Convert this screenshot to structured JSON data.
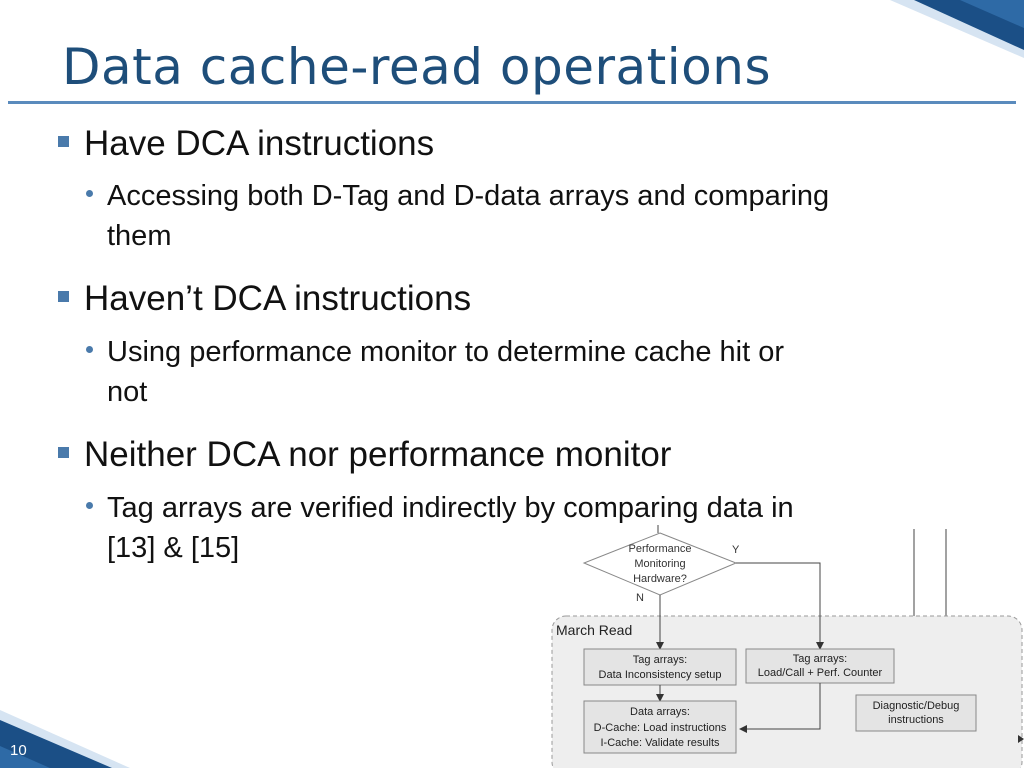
{
  "slide": {
    "title": "Data cache-read operations",
    "page_number": "10"
  },
  "bullets": [
    {
      "text": "Have DCA instructions",
      "sub": [
        "Accessing both D-Tag and D-data arrays and comparing",
        "them"
      ]
    },
    {
      "text": "Haven’t DCA instructions",
      "sub": [
        "Using performance monitor to determine cache hit or",
        "not"
      ]
    },
    {
      "text": "Neither DCA nor performance monitor",
      "sub": [
        "Tag arrays are verified indirectly by comparing data in",
        "[13] & [15]"
      ]
    }
  ],
  "flowchart": {
    "decision": [
      "Performance",
      "Monitoring",
      "Hardware?"
    ],
    "yes_label": "Y",
    "no_label": "N",
    "group_label": "March Read",
    "box_tag_setup": [
      "Tag arrays:",
      "Data Inconsistency setup"
    ],
    "box_tag_load": [
      "Tag arrays:",
      "Load/Call + Perf. Counter"
    ],
    "box_diag": [
      "Diagnostic/Debug",
      "instructions"
    ],
    "box_data": [
      "Data arrays:",
      "D-Cache: Load instructions",
      "I-Cache: Validate results"
    ]
  },
  "colors": {
    "title": "#1e4e7a",
    "accent": "#4a7aab",
    "corner_dark": "#1b4f86",
    "corner_light": "#d6e4f2"
  }
}
